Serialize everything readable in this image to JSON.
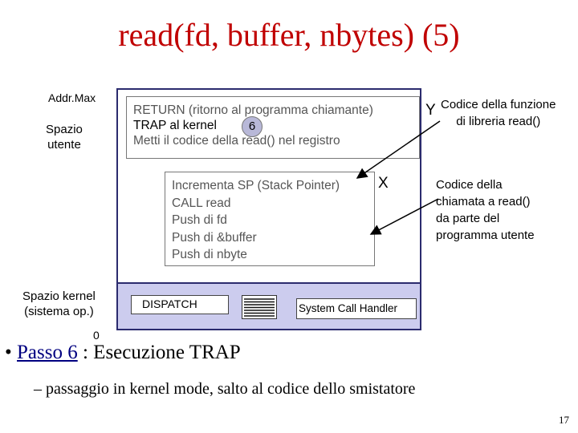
{
  "title": "read(fd, buffer, nbytes) (5)",
  "labels": {
    "addr_max": "Addr.Max",
    "user_space": [
      "Spazio",
      "utente"
    ],
    "kernel_space": [
      "Spazio kernel",
      "(sistema op.)"
    ],
    "zero": "0"
  },
  "library_box": {
    "lines": [
      "RETURN (ritorno al programma chiamante)",
      "TRAP al kernel",
      "Metti il codice della read() nel registro"
    ],
    "step_badge": "6",
    "marker": "Y"
  },
  "caller_box": {
    "lines": [
      "Incrementa SP (Stack Pointer)",
      "CALL read",
      "Push di fd",
      "Push di &buffer",
      "Push di nbyte"
    ],
    "marker": "X"
  },
  "kernel_box": {
    "dispatch": "DISPATCH",
    "handler": "System Call Handler"
  },
  "notes": {
    "library_code": [
      "Codice della funzione",
      "di libreria read()"
    ],
    "caller_code": [
      "Codice della",
      "chiamata a read()",
      "da parte del",
      "programma utente"
    ]
  },
  "bullet": {
    "link": "Passo 6",
    "rest": " : Esecuzione TRAP",
    "sub": "– passaggio in kernel mode, salto al codice dello smistatore"
  },
  "page_number": "17"
}
